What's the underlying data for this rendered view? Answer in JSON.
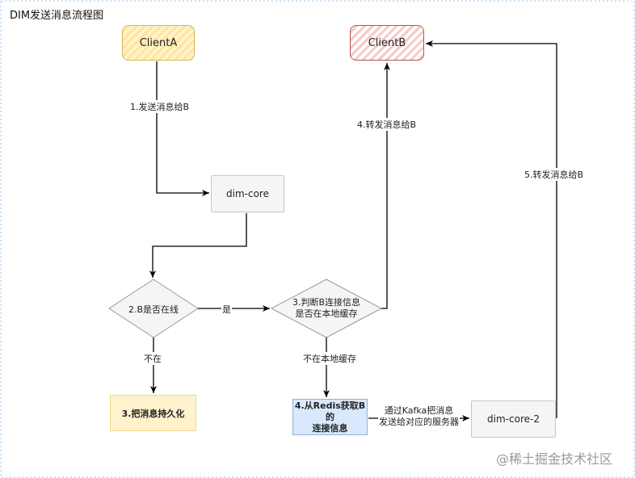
{
  "title": "DIM发送消息流程图",
  "nodes": {
    "client_a": "ClientA",
    "client_b": "ClientB",
    "dim_core": "dim-core",
    "decision_online": "2.B是否在线",
    "decision_local_line1": "3.判断B连接信息",
    "decision_local_line2": "是否在本地缓存",
    "persist": "3.把消息持久化",
    "redis_line1": "4.从Redis获取B的",
    "redis_line2": "连接信息",
    "dim_core_2": "dim-core-2"
  },
  "edge_labels": {
    "a_to_core": "1.发送消息给B",
    "online_yes": "是",
    "online_no": "不在",
    "forward_to_b": "4.转发消息给B",
    "not_in_local": "不在本地缓存",
    "kafka_line1": "通过Kafka把消息",
    "kafka_line2": "发送给对应的服务器",
    "core2_to_b": "5.转发消息给B"
  },
  "watermark": "@稀土掘金技术社区",
  "colors": {
    "client_a_fill": "#fff2cc",
    "client_a_stroke": "#d6b656",
    "client_b_fill": "#f8cecc",
    "client_b_stroke": "#b85450",
    "process_fill": "#f5f5f5",
    "persist_fill": "#fff2cc",
    "redis_fill": "#dae8fc",
    "edge": "#000000"
  }
}
